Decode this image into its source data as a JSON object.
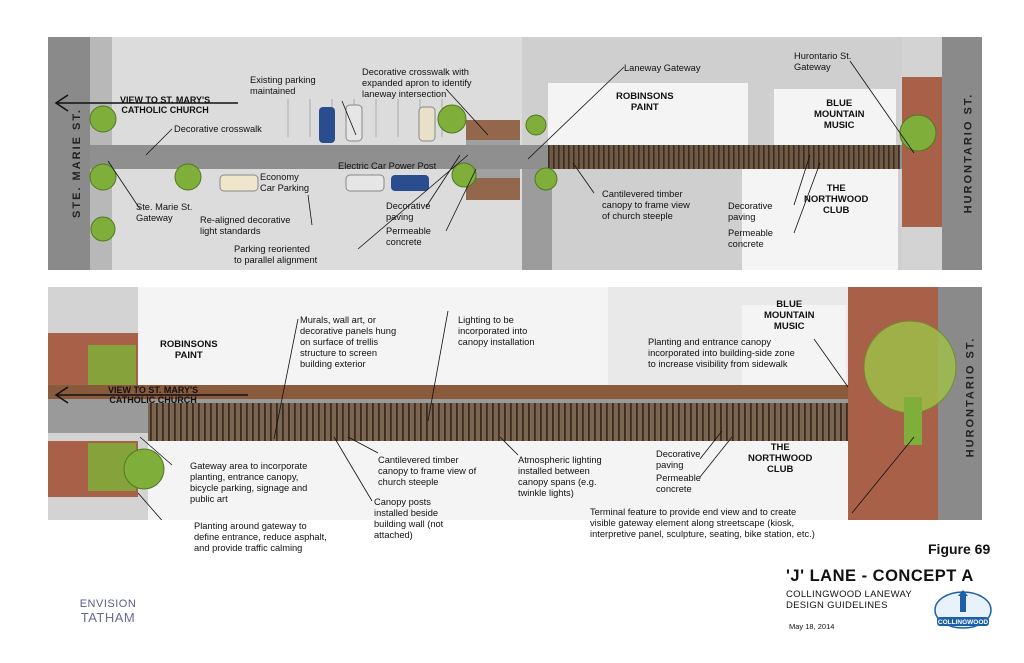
{
  "figure": {
    "number": "Figure 69",
    "title": "'J' LANE - CONCEPT A",
    "subtitle_line1": "COLLINGWOOD LANEWAY",
    "subtitle_line2": "DESIGN GUIDELINES",
    "date": "May 18, 2014"
  },
  "logos": {
    "envision_top": "ENVISION",
    "envision_bottom": "TATHAM",
    "collingwood": "COLLINGWOOD"
  },
  "plan_top": {
    "street_left": "STE. MARIE ST.",
    "street_right": "HURONTARIO ST.",
    "view_line1": "VIEW TO ST. MARY'S",
    "view_line2": "CATHOLIC CHURCH",
    "buildings": {
      "robinsons_l1": "ROBINSONS",
      "robinsons_l2": "PAINT",
      "blue_l1": "BLUE",
      "blue_l2": "MOUNTAIN",
      "blue_l3": "MUSIC",
      "northwood_l1": "THE",
      "northwood_l2": "NORTHWOOD",
      "northwood_l3": "CLUB"
    },
    "annotations": {
      "existing_parking_l1": "Existing parking",
      "existing_parking_l2": "maintained",
      "dec_crosswalk_apron_l1": "Decorative crosswalk with",
      "dec_crosswalk_apron_l2": "expanded apron to identify",
      "dec_crosswalk_apron_l3": "laneway intersection",
      "laneway_gateway": "Laneway Gateway",
      "hurontario_gateway_l1": "Hurontario St.",
      "hurontario_gateway_l2": "Gateway",
      "decorative_crosswalk": "Decorative crosswalk",
      "economy_l1": "Economy",
      "economy_l2": "Car Parking",
      "electric_car": "Electric Car Power Post",
      "ste_marie_gateway_l1": "Ste. Marie St.",
      "ste_marie_gateway_l2": "Gateway",
      "realigned_l1": "Re-aligned decorative",
      "realigned_l2": "light standards",
      "dec_paving_l1": "Decorative",
      "dec_paving_l2": "paving",
      "permeable_l1": "Permeable",
      "permeable_l2": "concrete",
      "parking_reoriented_l1": "Parking reoriented",
      "parking_reoriented_l2": "to parallel alignment",
      "cantilevered_l1": "Cantilevered timber",
      "cantilevered_l2": "canopy to frame view",
      "cantilevered_l3": "of church steeple",
      "dec_paving_r_l1": "Decorative",
      "dec_paving_r_l2": "paving",
      "permeable_r_l1": "Permeable",
      "permeable_r_l2": "concrete"
    }
  },
  "plan_bottom": {
    "street_right": "HURONTARIO ST.",
    "view_line1": "VIEW TO ST. MARY'S",
    "view_line2": "CATHOLIC CHURCH",
    "buildings": {
      "robinsons_l1": "ROBINSONS",
      "robinsons_l2": "PAINT",
      "blue_l1": "BLUE",
      "blue_l2": "MOUNTAIN",
      "blue_l3": "MUSIC",
      "northwood_l1": "THE",
      "northwood_l2": "NORTHWOOD",
      "northwood_l3": "CLUB"
    },
    "annotations": {
      "murals_l1": "Murals, wall art, or",
      "murals_l2": "decorative panels hung",
      "murals_l3": "on surface of trellis",
      "murals_l4": "structure to screen",
      "murals_l5": "building exterior",
      "lighting_l1": "Lighting to be",
      "lighting_l2": "incorporated into",
      "lighting_l3": "canopy installation",
      "planting_entrance_l1": "Planting and entrance canopy",
      "planting_entrance_l2": "incorporated into building-side zone",
      "planting_entrance_l3": "to increase visibility from sidewalk",
      "gateway_area_l1": "Gateway area to incorporate",
      "gateway_area_l2": "planting, entrance canopy,",
      "gateway_area_l3": "bicycle parking, signage and",
      "gateway_area_l4": "public art",
      "cantilevered_l1": "Cantilevered timber",
      "cantilevered_l2": "canopy to frame view of",
      "cantilevered_l3": "church steeple",
      "atmospheric_l1": "Atmospheric lighting",
      "atmospheric_l2": "installed between",
      "atmospheric_l3": "canopy spans (e.g.",
      "atmospheric_l4": "twinkle lights)",
      "dec_paving_l1": "Decorative",
      "dec_paving_l2": "paving",
      "permeable_l1": "Permeable",
      "permeable_l2": "concrete",
      "canopy_posts_l1": "Canopy posts",
      "canopy_posts_l2": "installed beside",
      "canopy_posts_l3": "building wall (not",
      "canopy_posts_l4": "attached)",
      "planting_gateway_l1": "Planting around gateway to",
      "planting_gateway_l2": "define entrance, reduce asphalt,",
      "planting_gateway_l3": "and provide traffic calming",
      "terminal_l1": "Terminal feature to provide end view and to create",
      "terminal_l2": "visible gateway element along streetscape (kiosk,",
      "terminal_l3": "interpretive panel, sculpture, seating, bike station, etc.)"
    }
  },
  "colors": {
    "paving": "#8a5a3c",
    "canopy": "#6f5a45",
    "tree": "#7fae3a",
    "building": "#f2f2f2",
    "ground": "#c9c9c9",
    "street": "#7a7a7a",
    "brand_blue": "#1d5fa8"
  }
}
